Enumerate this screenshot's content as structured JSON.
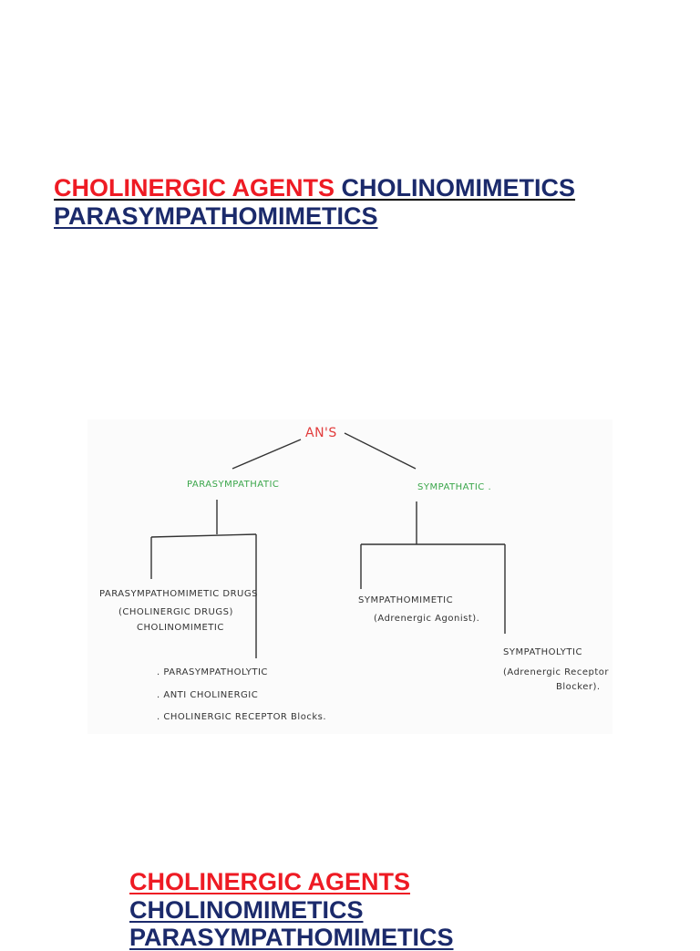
{
  "heading_top": {
    "part1": "CHOLINERGIC AGENTS",
    "part2": "CHOLINOMIMETICS",
    "part3": "PARASYMPATHOMIMETICS"
  },
  "diagram": {
    "root": "AN'S",
    "left_branch": "PARASYMPATHATIC",
    "right_branch": "SYMPATHATIC .",
    "left_child1": [
      "PARASYMPATHOMIMETIC DRUGS",
      "(CHOLINERGIC DRUGS)",
      "CHOLINOMIMETIC"
    ],
    "left_child2": [
      ". PARASYMPATHOLYTIC",
      ". ANTI CHOLINERGIC",
      ". CHOLINERGIC RECEPTOR Blocks."
    ],
    "right_child1": [
      "SYMPATHOMIMETIC",
      "(Adrenergic Agonist)."
    ],
    "right_child2": [
      "SYMPATHOLYTIC",
      "(Adrenergic Receptor",
      "Blocker)."
    ]
  },
  "heading_bottom": {
    "part1": "CHOLINERGIC AGENTS",
    "part2": "CHOLINOMIMETICS",
    "part3": "PARASYMPATHOMIMETICS"
  },
  "colors": {
    "red": "#ee1b24",
    "blue": "#1b2a6b",
    "green": "#3aa64a"
  }
}
